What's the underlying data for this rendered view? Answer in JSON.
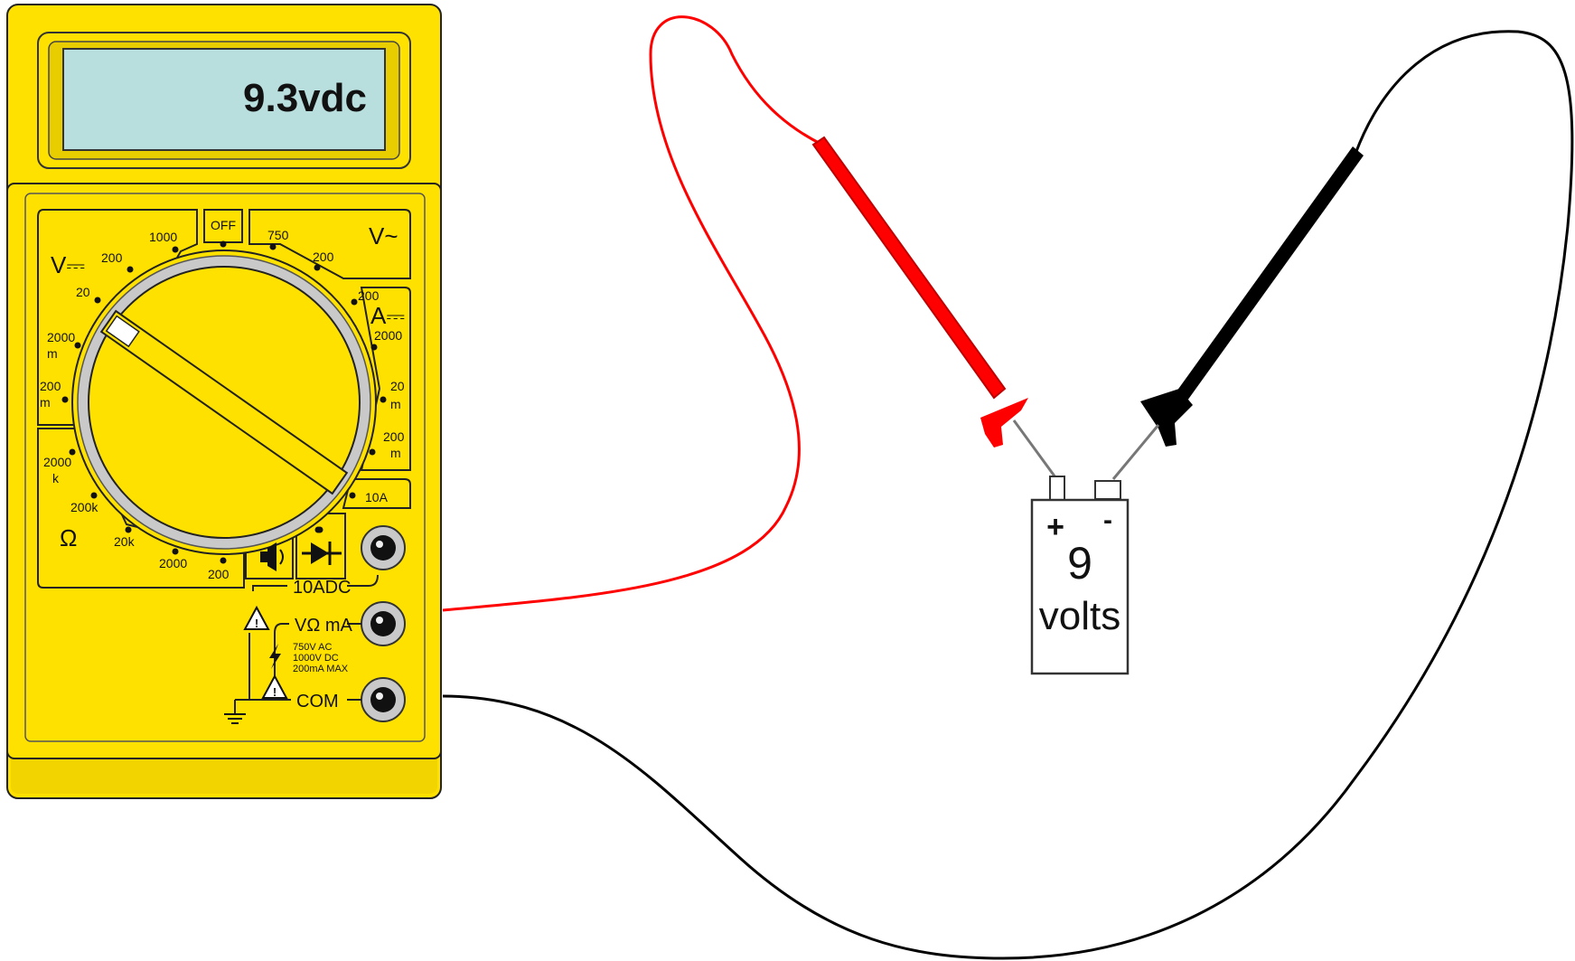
{
  "meter": {
    "display": "9.3vdc",
    "dial": {
      "off": "OFF",
      "dc_volts_symbol": "V⎓",
      "ac_volts_symbol": "V~",
      "dc_amps_symbol": "A⎓",
      "ohms_symbol": "Ω",
      "dcv_ranges": [
        "1000",
        "200",
        "20",
        "2000",
        "m",
        "200",
        "m"
      ],
      "acv_ranges": [
        "750",
        "200"
      ],
      "dca_ranges": [
        "200",
        "2000",
        "20",
        "m",
        "200",
        "m"
      ],
      "ohm_ranges": [
        "2000",
        "k",
        "200k",
        "20k",
        "2000",
        "200"
      ],
      "amp_10": "10A"
    },
    "jacks": {
      "jack_10a": "10ADC",
      "jack_v": "VΩ mA",
      "jack_com": "COM",
      "warning_lines": [
        "750V AC",
        "1000V DC",
        "200mA MAX"
      ]
    },
    "icons": [
      "continuity-icon",
      "diode-icon",
      "warning-icon",
      "lightning-icon",
      "ground-icon"
    ]
  },
  "battery": {
    "plus": "+",
    "minus": "-",
    "value": "9",
    "unit": "volts"
  },
  "colors": {
    "meter_body": "#ffe100",
    "lcd": "#b8dedd",
    "red_lead": "#ff0000",
    "black_lead": "#000000"
  }
}
